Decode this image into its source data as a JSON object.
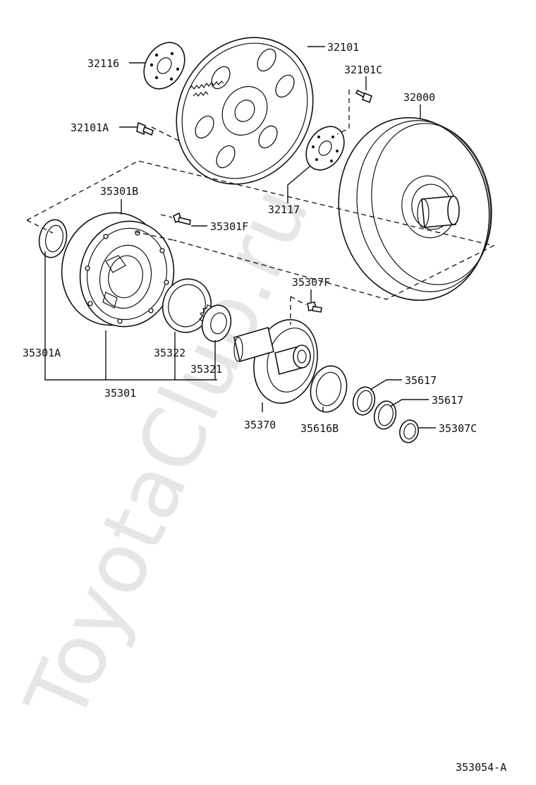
{
  "watermark": "ToyotaClub.ru",
  "diagram_code": "353054-A",
  "labels": {
    "p32116": "32116",
    "p32101": "32101",
    "p32101C": "32101C",
    "p32000": "32000",
    "p32101A": "32101A",
    "p32117": "32117",
    "p35301B": "35301B",
    "p35301F": "35301F",
    "p35307F": "35307F",
    "p35301A": "35301A",
    "p35322": "35322",
    "p35321": "35321",
    "p35301": "35301",
    "p35617a": "35617",
    "p35617b": "35617",
    "p35370": "35370",
    "p35616B": "35616B",
    "p35307C": "35307C"
  }
}
